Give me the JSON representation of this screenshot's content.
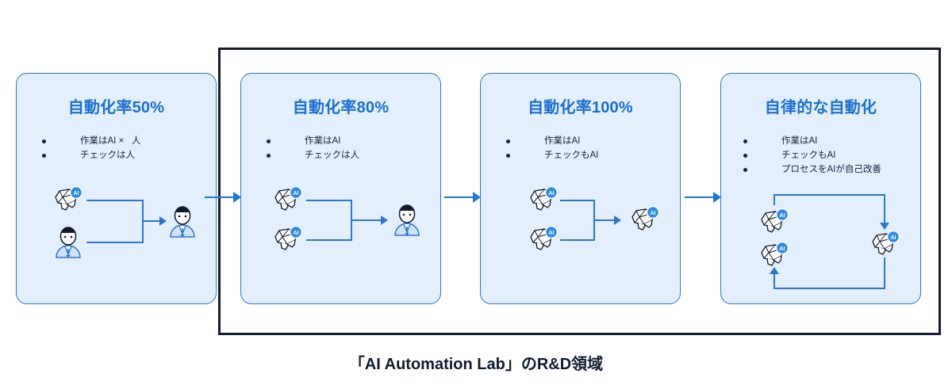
{
  "diagram": {
    "caption": "「AI Automation Lab」のR&D領域",
    "scope_label": "R&D scope boundary",
    "colors": {
      "panel_fill": "#e3effc",
      "panel_border": "#2e75cf",
      "title_text": "#1a6fd4",
      "body_text": "#16213d",
      "connector": "#2176d2",
      "scope_border": "#141d33",
      "ai_badge": "#2e8ae6"
    },
    "panels": [
      {
        "id": "stage-1",
        "title": "自動化率50%",
        "bullets": [
          "作業はAI ×   人",
          "チェックは人"
        ],
        "flow_type": "merge",
        "inputs": [
          "ai",
          "person"
        ],
        "output": "person"
      },
      {
        "id": "stage-2",
        "title": "自動化率80%",
        "bullets": [
          "作業はAI",
          "チェックは人"
        ],
        "flow_type": "merge",
        "inputs": [
          "ai",
          "ai"
        ],
        "output": "person"
      },
      {
        "id": "stage-3",
        "title": "自動化率100%",
        "bullets": [
          "作業はAI",
          "チェックもAI"
        ],
        "flow_type": "merge",
        "inputs": [
          "ai",
          "ai"
        ],
        "output": "ai"
      },
      {
        "id": "stage-4",
        "title": "自律的な自動化",
        "bullets": [
          "作業はAI",
          "チェックもAI",
          "プロセスをAIが自己改善"
        ],
        "flow_type": "loop",
        "inputs": [
          "ai",
          "ai"
        ],
        "output": "ai"
      }
    ],
    "connectors": [
      {
        "name": "arrow-stage1-to-stage2"
      },
      {
        "name": "arrow-stage2-to-stage3"
      },
      {
        "name": "arrow-stage3-to-stage4"
      }
    ],
    "icons": {
      "ai_badge_label": "AI",
      "ai_icon_name": "ai-brain-icon",
      "person_icon_name": "person-icon"
    }
  }
}
